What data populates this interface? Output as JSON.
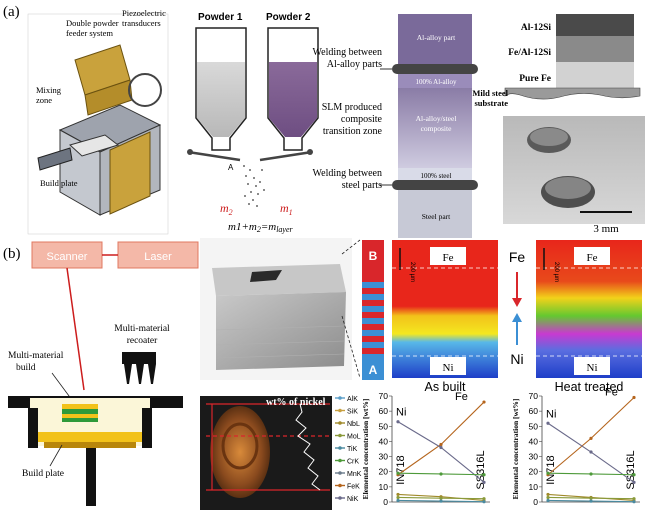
{
  "panel_a": {
    "label": "(a)",
    "printer_labels": {
      "feeder": [
        "Double powder",
        "feeder system"
      ],
      "transducers": [
        "Piezoelectric",
        "transducers"
      ],
      "mixing": [
        "Mixing",
        "zone"
      ],
      "build_plate": "Build plate"
    },
    "powder1": "Powder 1",
    "powder2": "Powder 2",
    "nozzle_letter": "A",
    "m2": "m",
    "m2_sub": "2",
    "m1": "m",
    "m1_sub": "1",
    "mass_eq": "m",
    "mass_eq_rest": "1+m",
    "mass_eq_sub2": "2",
    "mass_eq_end": "=m",
    "mass_eq_layer": "layer",
    "column_labels": {
      "weld_al": [
        "Welding between",
        "Al-alloy parts"
      ],
      "slm": [
        "SLM produced",
        "composite",
        "transition zone"
      ],
      "weld_steel": [
        "Welding between",
        "steel parts"
      ]
    },
    "column_segments": {
      "al_part": "Al-alloy part",
      "al_100": "100% Al-alloy",
      "composite": [
        "Al-alloy/steel",
        "composite"
      ],
      "steel_100": "100% steel",
      "steel_part": "Steel part"
    },
    "layers": {
      "al12si": "Al-12Si",
      "fe_al12si": "Fe/Al-12Si",
      "pure_fe": "Pure Fe",
      "substrate": [
        "Mild steel",
        "substrate"
      ]
    },
    "scale_bar": "3 mm"
  },
  "panel_b": {
    "label": "(b)",
    "scanner": "Scanner",
    "laser": "Laser",
    "recoater": [
      "Multi-material",
      "recoater"
    ],
    "mm_build": [
      "Multi-material",
      "build"
    ],
    "build_plate": "Build plate",
    "strip_top": "B",
    "strip_bottom": "A",
    "map_fe": "Fe",
    "map_ni": "Ni",
    "map_scale": "200 µm",
    "arrow_fe": "Fe",
    "arrow_ni": "Ni",
    "as_built": "As built",
    "heat_treated": "Heat treated",
    "nickel_title": "wt% of nickel",
    "legend_items": [
      "AlK",
      "SiK",
      "NbL",
      "MoL",
      "TiK",
      "CrK",
      "MnK",
      "FeK",
      "NiK"
    ],
    "chart_left_label": "IN718",
    "chart_right_label": "SS316L",
    "ylabel": "Elemental concentration [wt%]"
  },
  "chart_data": [
    {
      "type": "line",
      "title": "",
      "ylabel": "Elemental concentration [wt%]",
      "xlabel": "",
      "ylim": [
        0,
        70
      ],
      "yticks": [
        0,
        10,
        20,
        30,
        40,
        50,
        60,
        70
      ],
      "left_label": "IN718",
      "right_label": "SS316L",
      "x": [
        0,
        1,
        2
      ],
      "series": [
        {
          "name": "Fe",
          "values": [
            18,
            38,
            66
          ],
          "color": "#b5651d"
        },
        {
          "name": "Ni",
          "values": [
            53,
            36,
            13
          ],
          "color": "#6a6a8a"
        },
        {
          "name": "CrK",
          "values": [
            19,
            18.5,
            18
          ],
          "color": "#4e9a3a"
        },
        {
          "name": "NbL",
          "values": [
            5,
            3.5,
            1
          ],
          "color": "#a08a2a"
        },
        {
          "name": "MoL",
          "values": [
            3,
            2.5,
            2.2
          ],
          "color": "#8a9a3a"
        },
        {
          "name": "TiK",
          "values": [
            1,
            0.6,
            0.2
          ],
          "color": "#4a8aa0"
        }
      ]
    },
    {
      "type": "line",
      "title": "",
      "ylabel": "Elemental concentration [wt%]",
      "xlabel": "",
      "ylim": [
        0,
        70
      ],
      "yticks": [
        0,
        10,
        20,
        30,
        40,
        50,
        60,
        70
      ],
      "left_label": "IN718",
      "right_label": "SS316L",
      "x": [
        0,
        1,
        2
      ],
      "series": [
        {
          "name": "Fe",
          "values": [
            18,
            42,
            69
          ],
          "color": "#b5651d"
        },
        {
          "name": "Ni",
          "values": [
            52,
            33,
            13
          ],
          "color": "#6a6a8a"
        },
        {
          "name": "CrK",
          "values": [
            19,
            18.5,
            18
          ],
          "color": "#4e9a3a"
        },
        {
          "name": "NbL",
          "values": [
            5,
            3,
            1
          ],
          "color": "#a08a2a"
        },
        {
          "name": "MoL",
          "values": [
            3,
            2.5,
            2.2
          ],
          "color": "#8a9a3a"
        },
        {
          "name": "TiK",
          "values": [
            1,
            0.6,
            0.2
          ],
          "color": "#4a8aa0"
        }
      ]
    }
  ]
}
